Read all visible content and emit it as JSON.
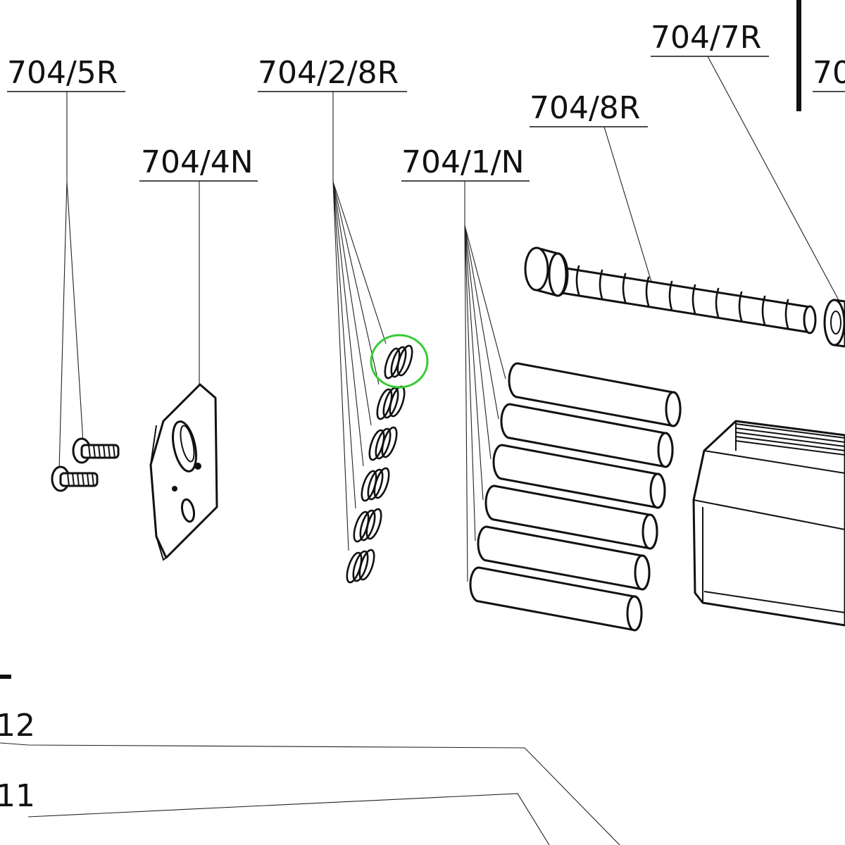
{
  "diagram": {
    "callouts": [
      {
        "id": "704/5R",
        "text": "704/5R"
      },
      {
        "id": "704/4N",
        "text": "704/4N"
      },
      {
        "id": "704/2/8R",
        "text": "704/2/8R"
      },
      {
        "id": "704/1/N",
        "text": "704/1/N"
      },
      {
        "id": "704/8R",
        "text": "704/8R"
      },
      {
        "id": "704/7R",
        "text": "704/7R"
      },
      {
        "id": "70",
        "text": "70"
      },
      {
        "id": "12",
        "text": "12"
      },
      {
        "id": "11",
        "text": "11"
      }
    ],
    "highlight": {
      "target": "704/2/8R",
      "color": "#33cc33"
    }
  }
}
